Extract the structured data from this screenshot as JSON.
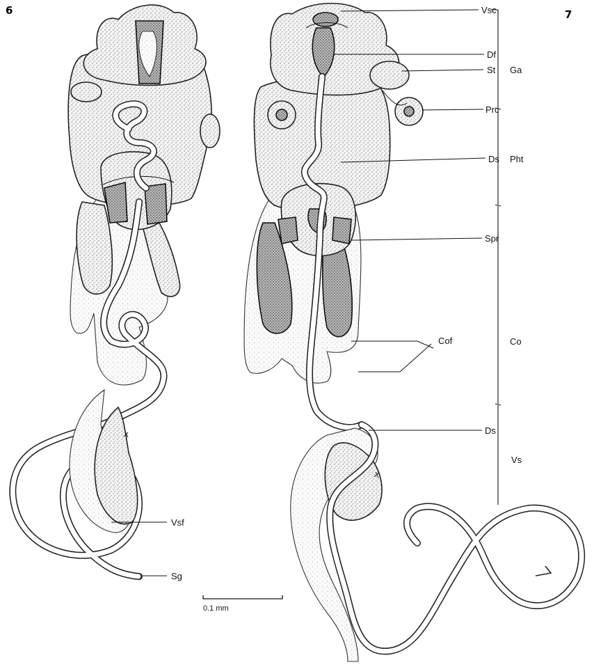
{
  "figures": {
    "left_number": "6",
    "right_number": "7"
  },
  "labels": {
    "vsc": "Vsc",
    "df": "Df",
    "st": "St",
    "prc": "Prc",
    "ds_upper": "Ds",
    "spr": "Spr",
    "cof": "Cof",
    "ds_lower": "Ds",
    "vsf": "Vsf",
    "sg": "Sg"
  },
  "regions": {
    "ga": "Ga",
    "pht": "Pht",
    "co": "Co",
    "vs": "Vs"
  },
  "scale_bar": {
    "label": "0.1 mm"
  }
}
